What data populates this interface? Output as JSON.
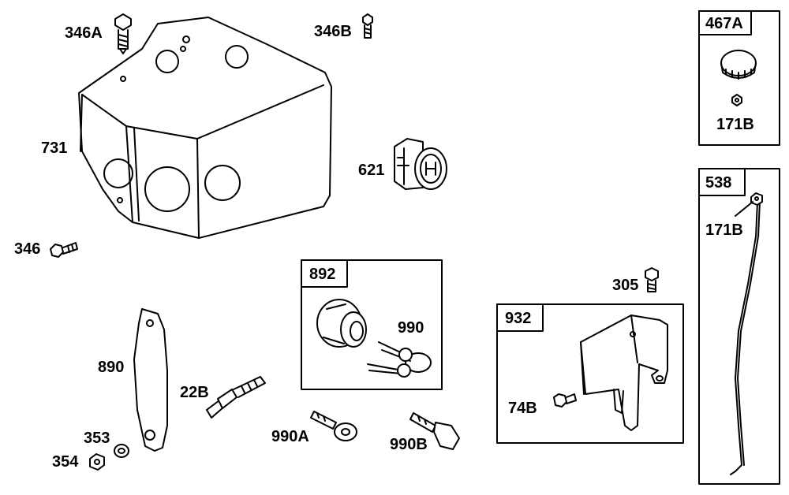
{
  "diagram": {
    "parts": {
      "p346A": "346A",
      "p346B": "346B",
      "p731": "731",
      "p346": "346",
      "p621": "621",
      "p890": "890",
      "p22B": "22B",
      "p353": "353",
      "p354": "354",
      "p990": "990",
      "p990A": "990A",
      "p990B": "990B",
      "p305": "305",
      "p74B": "74B",
      "p171B_top": "171B",
      "p171B_side": "171B"
    },
    "boxes": {
      "b892": "892",
      "b932": "932",
      "b467A": "467A",
      "b538": "538"
    }
  }
}
